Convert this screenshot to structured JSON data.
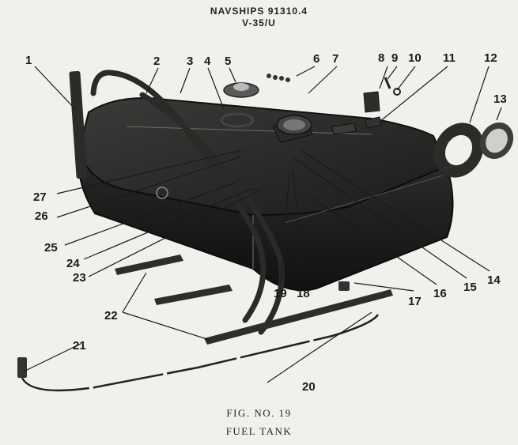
{
  "header": {
    "doc_number": "NAVSHIPS 91310.4",
    "model": "V-35/U"
  },
  "caption": {
    "figure": "FIG. NO. 19",
    "title": "FUEL TANK"
  },
  "callouts": [
    "1",
    "2",
    "3",
    "4",
    "5",
    "6",
    "7",
    "8",
    "9",
    "10",
    "11",
    "12",
    "13",
    "14",
    "15",
    "16",
    "17",
    "18",
    "19",
    "20",
    "21",
    "22",
    "23",
    "24",
    "25",
    "26",
    "27"
  ]
}
